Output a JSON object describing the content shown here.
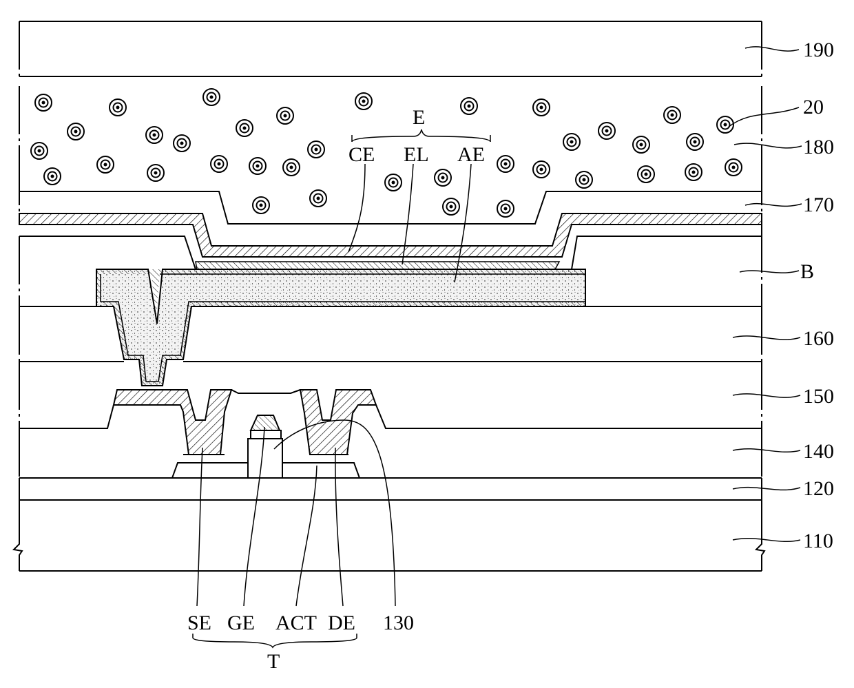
{
  "colors": {
    "line": "#000000",
    "background": "#ffffff",
    "anode_fill": "#f3f3f3"
  },
  "layer_labels": {
    "l190": "190",
    "l20": "20",
    "l180": "180",
    "l170": "170",
    "lB": "B",
    "l160": "160",
    "l150": "150",
    "l140": "140",
    "l120": "120",
    "l110": "110"
  },
  "element_labels": {
    "E": "E",
    "CE": "CE",
    "EL": "EL",
    "AE": "AE"
  },
  "transistor_labels": {
    "SE": "SE",
    "GE": "GE",
    "ACT": "ACT",
    "DE": "DE",
    "l130": "130",
    "T": "T"
  }
}
